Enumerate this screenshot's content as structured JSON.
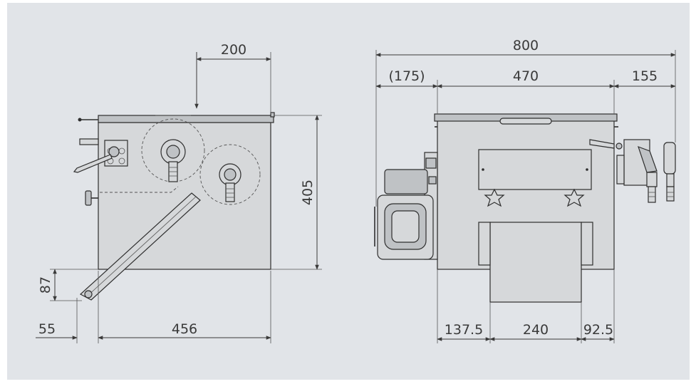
{
  "colors": {
    "background": "#e1e4e8",
    "line": "#3a3a3a",
    "fill": "#d6d8da"
  },
  "side_view": {
    "dim_top_offset": "200",
    "dim_height": "405",
    "dim_handle_drop": "87",
    "dim_handle_overhang": "55",
    "dim_body_width": "456"
  },
  "front_view": {
    "dim_total_width": "800",
    "dim_motor_overhang": "(175)",
    "dim_body_width": "470",
    "dim_valve_overhang": "155",
    "dim_left_offset": "137.5",
    "dim_drawer_width": "240",
    "dim_right_offset": "92.5"
  }
}
